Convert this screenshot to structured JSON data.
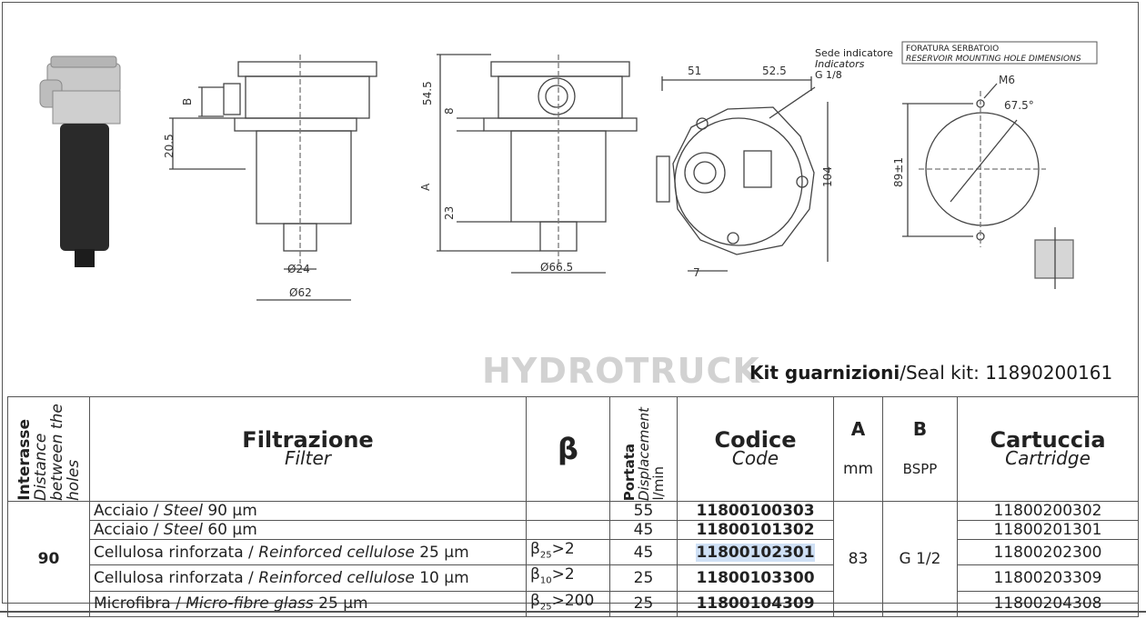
{
  "drawing": {
    "dims": {
      "b": "B",
      "d20_5": "20.5",
      "d24": "Ø24",
      "d62": "Ø62",
      "d54_5": "54.5",
      "d8": "8",
      "a": "A",
      "d23": "23",
      "d66_5": "Ø66.5",
      "d51": "51",
      "d52_5": "52.5",
      "d104": "104",
      "d7": "7",
      "m6": "M6",
      "angle": "67.5°",
      "d89": "89±1"
    },
    "indicator_it": "Sede indicatore",
    "indicator_en": "Indicators",
    "indicator_thread": "G 1/8",
    "reservoir_it": "FORATURA SERBATOIO",
    "reservoir_en": "RESERVOIR MOUNTING HOLE DIMENSIONS"
  },
  "watermark": "HYDROTRUCK",
  "seal_kit": {
    "label_it": "Kit guarnizioni",
    "label_en": "/Seal kit: 11890200161"
  },
  "table": {
    "headers": {
      "interasse": "Interasse",
      "interasse_en": "Distance between the holes",
      "filtrazione": "Filtrazione",
      "filter": "Filter",
      "beta": "β",
      "portata": "Portata",
      "portata_en": "Displacement",
      "portata_unit": "l/min",
      "codice": "Codice",
      "code": "Code",
      "a": "A",
      "a_unit": "mm",
      "b": "B",
      "b_unit": "BSPP",
      "cartuccia": "Cartuccia",
      "cartridge": "Cartridge"
    },
    "interasse_value": "90",
    "a_value": "83",
    "b_value": "G 1/2",
    "rows": [
      {
        "filter_it": "Acciaio / ",
        "filter_en": "Steel",
        "micron": " 90 µm",
        "beta": "",
        "beta_sub": "",
        "beta_val": "",
        "flow": "55",
        "code": "11800100303",
        "cartridge": "11800200302"
      },
      {
        "filter_it": "Acciaio / ",
        "filter_en": "Steel",
        "micron": " 60 µm",
        "beta": "",
        "beta_sub": "",
        "beta_val": "",
        "flow": "45",
        "code": "11800101302",
        "cartridge": "11800201301"
      },
      {
        "filter_it": "Cellulosa rinforzata / ",
        "filter_en": "Reinforced cellulose",
        "micron": " 25 µm",
        "beta": "β",
        "beta_sub": "25",
        "beta_val": ">2",
        "flow": "45",
        "code": "11800102301",
        "cartridge": "11800202300"
      },
      {
        "filter_it": "Cellulosa rinforzata / ",
        "filter_en": "Reinforced cellulose",
        "micron": " 10 µm",
        "beta": "β",
        "beta_sub": "10",
        "beta_val": ">2",
        "flow": "25",
        "code": "11800103300",
        "cartridge": "11800203309"
      },
      {
        "filter_it": "Microfibra / ",
        "filter_en": "Micro-fibre glass",
        "micron": " 25 µm",
        "beta": "β",
        "beta_sub": "25",
        "beta_val": ">200",
        "flow": "25",
        "code": "11800104309",
        "cartridge": "11800204308"
      }
    ]
  }
}
